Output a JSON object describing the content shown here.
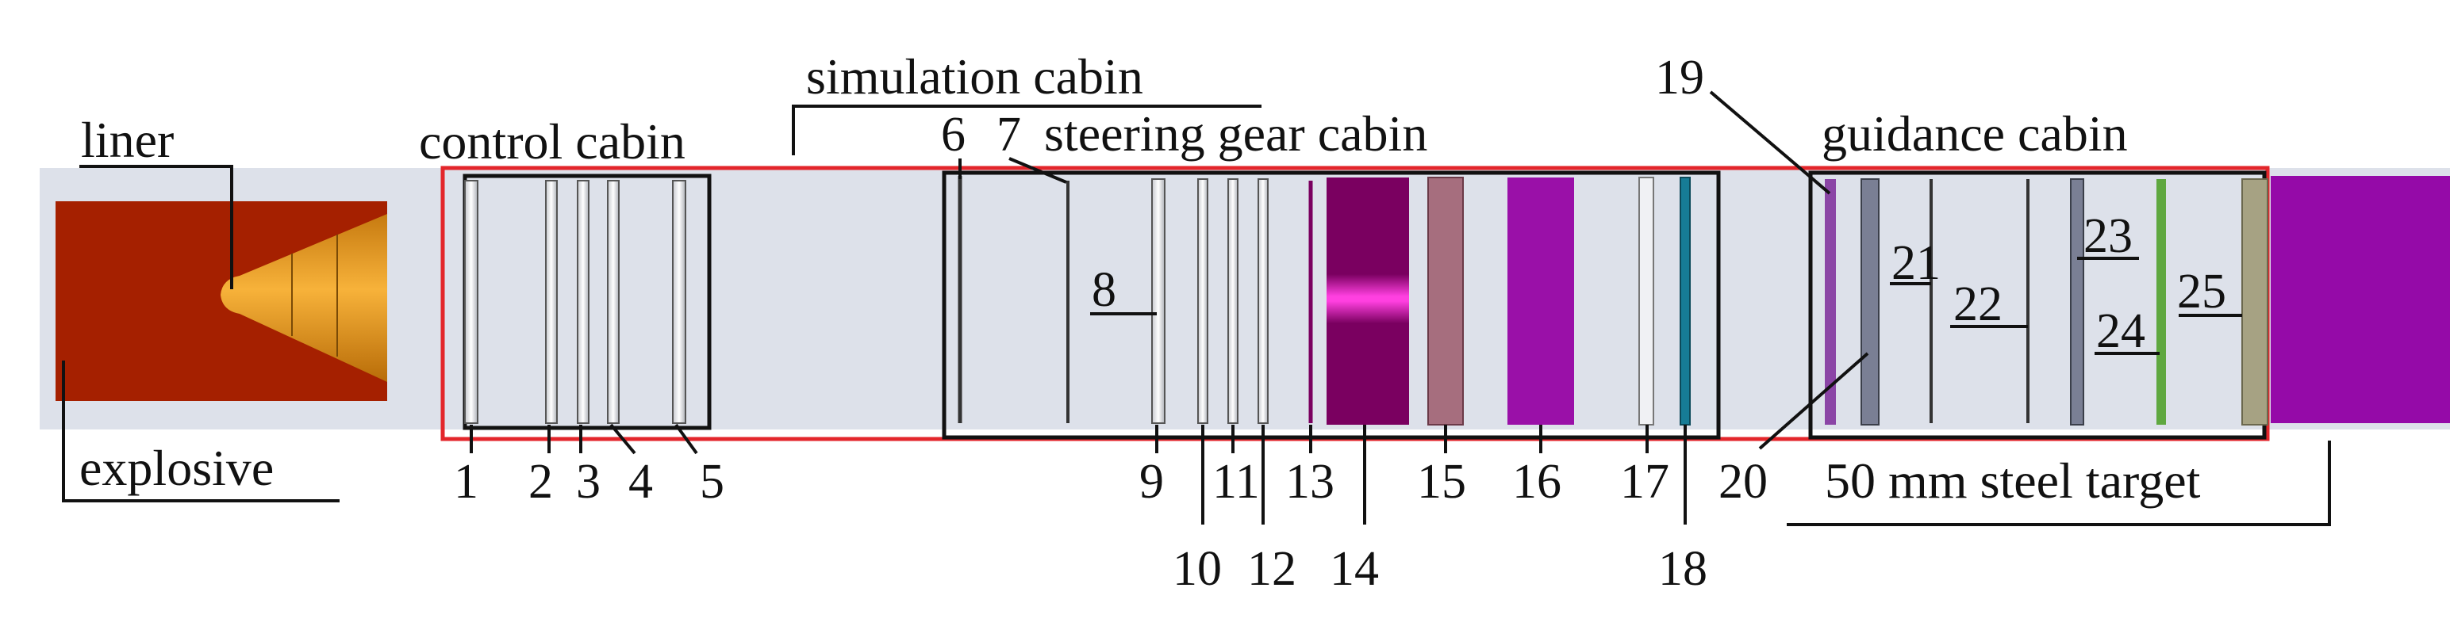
{
  "colors": {
    "background_strip": "#dde1ea",
    "explosive": "#a52000",
    "liner_light": "#f7b23a",
    "liner_dark": "#c67a10",
    "frame_red": "#e3262b",
    "dark_purple": "#7a0060",
    "magenta_band": "#ff40e0",
    "mauve": "#a66e7e",
    "violet": "#9a10a8",
    "steel_target": "#950aa8",
    "slate_plate": "#7a7f94",
    "teal_plate": "#167c96",
    "green_plate": "#5fa840",
    "olive_plate": "#a6a283",
    "purple_plate": "#8b45a6",
    "light_plate": "#f0f1f4"
  },
  "labels": {
    "liner": "liner",
    "explosive": "explosive",
    "control_cabin": "control cabin",
    "simulation_cabin": "simulation cabin",
    "steering_gear_cabin": "steering gear cabin",
    "guidance_cabin": "guidance cabin",
    "steel_target": "50 mm steel target"
  },
  "numbers": [
    "1",
    "2",
    "3",
    "4",
    "5",
    "6",
    "7",
    "8",
    "9",
    "10",
    "11",
    "12",
    "13",
    "14",
    "15",
    "16",
    "17",
    "18",
    "19",
    "20",
    "21",
    "22",
    "23",
    "24",
    "25"
  ]
}
